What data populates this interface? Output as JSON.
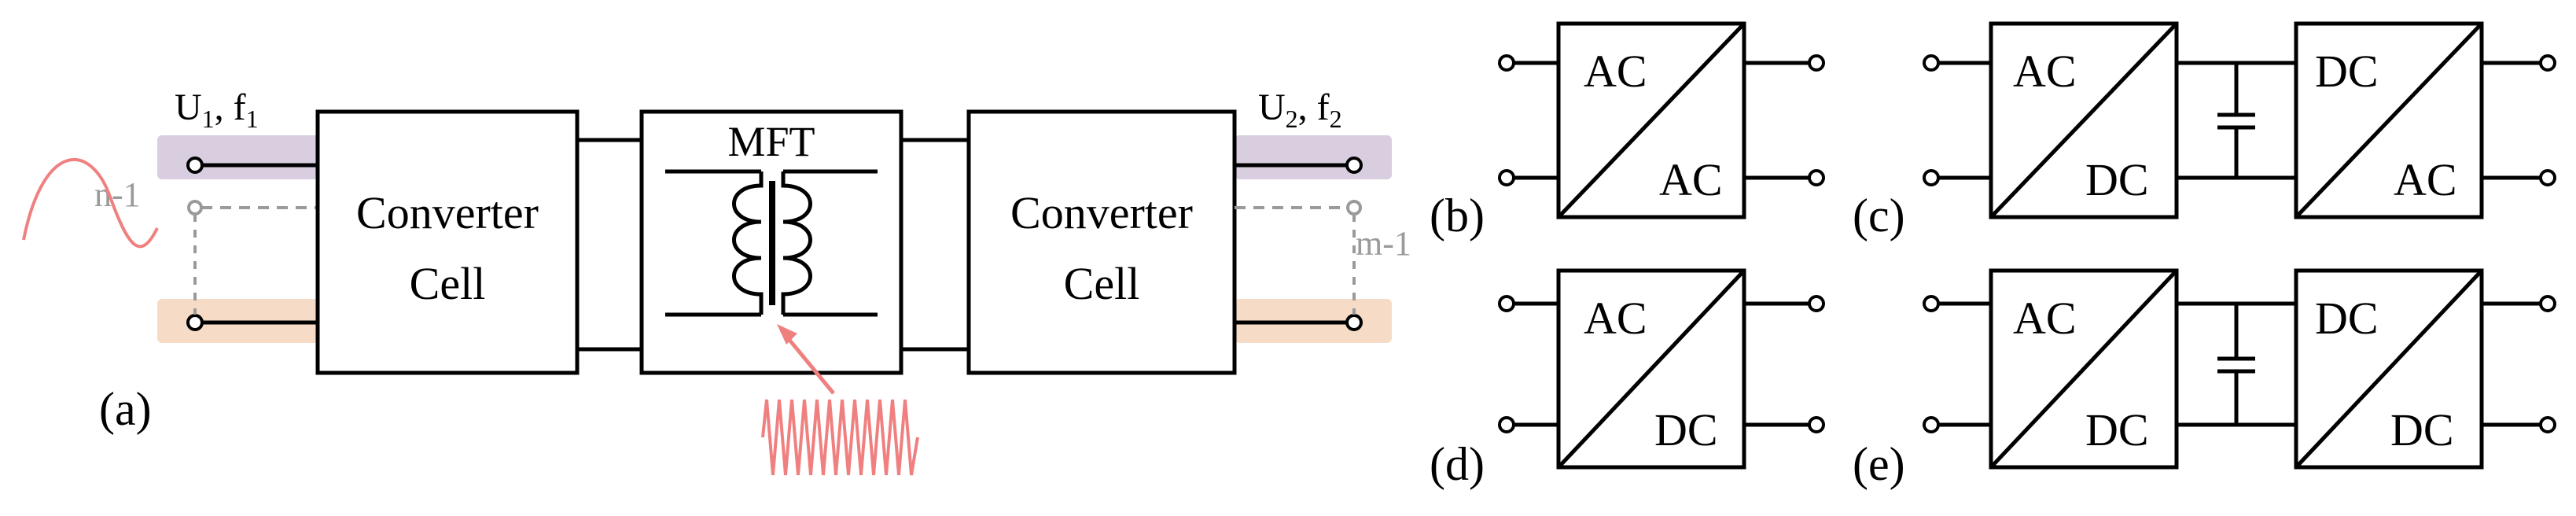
{
  "panel_a": {
    "caption": "(a)",
    "left_port_label_u": "U",
    "left_port_label_u_sub": "1",
    "left_port_label_sep": ", f",
    "left_port_label_f_sub": "1",
    "right_port_label_u": "U",
    "right_port_label_u_sub": "2",
    "right_port_label_sep": ", f",
    "right_port_label_f_sub": "2",
    "left_count_label": "n-1",
    "right_count_label": "m-1",
    "left_block_line1": "Converter",
    "left_block_line2": "Cell",
    "transformer_label": "MFT",
    "right_block_line1": "Converter",
    "right_block_line2": "Cell"
  },
  "panel_b": {
    "caption": "(b)",
    "top_text": "AC",
    "bottom_text": "AC"
  },
  "panel_c": {
    "caption": "(c)",
    "left_top": "AC",
    "left_bottom": "DC",
    "right_top": "DC",
    "right_bottom": "AC"
  },
  "panel_d": {
    "caption": "(d)",
    "top_text": "AC",
    "bottom_text": "DC"
  },
  "panel_e": {
    "caption": "(e)",
    "left_top": "AC",
    "left_bottom": "DC",
    "right_top": "DC",
    "right_bottom": "DC"
  },
  "colors": {
    "line": "#000000",
    "upper_bus": "#d9cde0",
    "lower_bus": "#f6dcc6",
    "wave": "#f08080",
    "ghost": "#9a9a9a"
  }
}
